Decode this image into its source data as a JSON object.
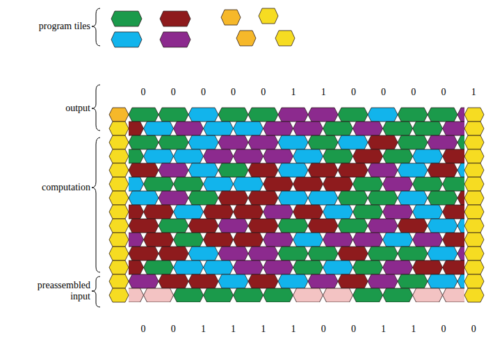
{
  "diagram": {
    "labels": [
      "program tiles",
      "output",
      "computation",
      "preassembled input",
      "0",
      "0",
      "0",
      "0",
      "0",
      "1",
      "1",
      "0",
      "0",
      "0",
      "0",
      "1",
      "0",
      "0",
      "1",
      "1",
      "1",
      "1",
      "0",
      "0",
      "1",
      "1",
      "0",
      "0"
    ]
  }
}
